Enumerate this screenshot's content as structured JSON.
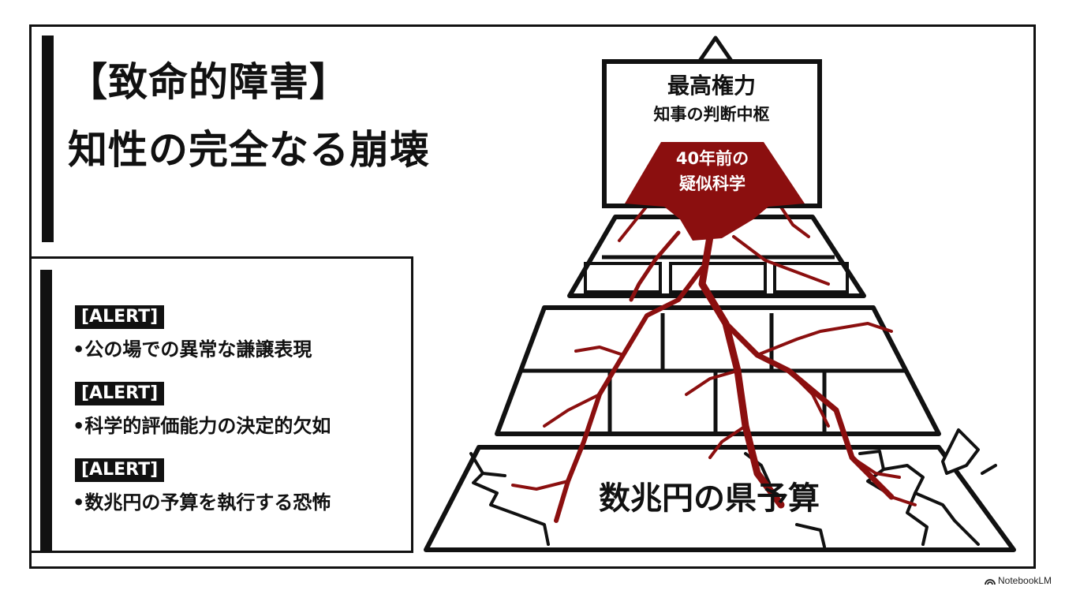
{
  "title": {
    "line1": "【致命的障害】",
    "line2": "知性の完全なる崩壊"
  },
  "alerts": [
    {
      "tag": "[ALERT]",
      "text": "•公の場での異常な謙譲表現"
    },
    {
      "tag": "[ALERT]",
      "text": "•科学的評価能力の決定的欠如"
    },
    {
      "tag": "[ALERT]",
      "text": "•数兆円の予算を執行する恐怖"
    }
  ],
  "pyramid": {
    "top_box": {
      "title": "最高権力",
      "subtitle": "知事の判断中枢"
    },
    "core": {
      "line1": "40年前の",
      "line2": "疑似科学"
    },
    "base_label": "数兆円の県予算"
  },
  "footer": {
    "brand": "NotebookLM"
  },
  "colors": {
    "ink": "#111111",
    "crack": "#8b0f0f",
    "background": "#ffffff"
  }
}
